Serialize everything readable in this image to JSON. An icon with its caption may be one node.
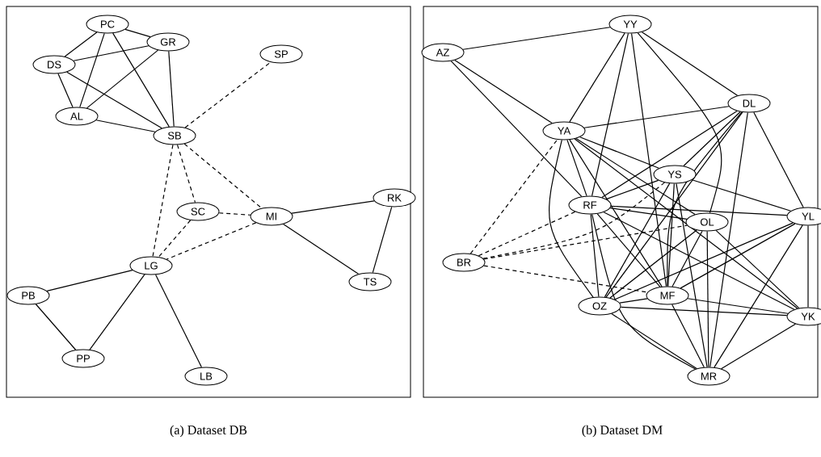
{
  "diagram": {
    "nodes": [
      {
        "text": [
          "PC"
        ]
      },
      {
        "text": [
          "GR"
        ]
      },
      {
        "text": [
          "DS"
        ]
      },
      {
        "text": [
          "SP"
        ]
      },
      {
        "text": [
          "AL"
        ]
      },
      {
        "text": [
          "SB"
        ]
      },
      {
        "text": [
          "RK"
        ]
      },
      {
        "text": [
          "SC"
        ]
      },
      {
        "text": [
          "MI"
        ]
      },
      {
        "text": [
          "LG"
        ]
      },
      {
        "text": [
          "TS"
        ]
      },
      {
        "text": [
          "PB"
        ]
      },
      {
        "text": [
          "PP"
        ]
      },
      {
        "text": [
          "LB"
        ]
      },
      {
        "text": [
          "YY"
        ]
      },
      {
        "text": [
          "AZ"
        ]
      },
      {
        "text": [
          "DL"
        ]
      },
      {
        "text": [
          "YA"
        ]
      },
      {
        "text": [
          "YS"
        ]
      },
      {
        "text": [
          "RF"
        ]
      },
      {
        "text": [
          "OL"
        ]
      },
      {
        "text": [
          "YL"
        ]
      },
      {
        "text": [
          "BR"
        ]
      },
      {
        "text": [
          "MF"
        ]
      },
      {
        "text": [
          "OZ"
        ]
      },
      {
        "text": [
          "YK"
        ]
      },
      {
        "text": [
          "MR"
        ]
      }
    ],
    "edges": [
      {
        "from": 0,
        "to": 1,
        "arrow": "none"
      },
      {
        "from": 0,
        "to": 2,
        "arrow": "none"
      },
      {
        "from": 0,
        "to": 4,
        "arrow": "none"
      },
      {
        "from": 0,
        "to": 5,
        "arrow": "none"
      },
      {
        "from": 2,
        "to": 1,
        "arrow": "none"
      },
      {
        "from": 1,
        "to": 4,
        "arrow": "none"
      },
      {
        "from": 1,
        "to": 5,
        "arrow": "none"
      },
      {
        "from": 2,
        "to": 4,
        "arrow": "none"
      },
      {
        "from": 2,
        "to": 5,
        "arrow": "none"
      },
      {
        "from": 4,
        "to": 5,
        "arrow": "none"
      },
      {
        "from": 5,
        "to": 3,
        "arrow": "none",
        "style": "dashed"
      },
      {
        "from": 5,
        "to": 9,
        "arrow": "none",
        "style": "dashed"
      },
      {
        "from": 5,
        "to": 7,
        "arrow": "none",
        "style": "dashed"
      },
      {
        "from": 5,
        "to": 8,
        "arrow": "none",
        "style": "dashed"
      },
      {
        "from": 7,
        "to": 8,
        "arrow": "none",
        "style": "dashed"
      },
      {
        "from": 7,
        "to": 9,
        "arrow": "none",
        "style": "dashed"
      },
      {
        "from": 8,
        "to": 9,
        "arrow": "none",
        "style": "dashed"
      },
      {
        "from": 8,
        "to": 6,
        "arrow": "none"
      },
      {
        "from": 8,
        "to": 10,
        "arrow": "none"
      },
      {
        "from": 6,
        "to": 10,
        "arrow": "none"
      },
      {
        "from": 9,
        "to": 11,
        "arrow": "none"
      },
      {
        "from": 9,
        "to": 12,
        "arrow": "none"
      },
      {
        "from": 11,
        "to": 12,
        "arrow": "none"
      },
      {
        "from": 9,
        "to": 13,
        "arrow": "none"
      },
      {
        "from": 15,
        "to": 14,
        "arrow": "none"
      },
      {
        "from": 15,
        "to": 17,
        "arrow": "none"
      },
      {
        "from": 15,
        "to": 19,
        "arrow": "none"
      },
      {
        "from": 14,
        "to": 17,
        "arrow": "none"
      },
      {
        "from": 14,
        "to": 19,
        "arrow": "none"
      },
      {
        "from": 14,
        "to": 20,
        "arrow": "none"
      },
      {
        "from": 14,
        "to": 23,
        "arrow": "none"
      },
      {
        "from": 14,
        "to": 16,
        "arrow": "none"
      },
      {
        "from": 16,
        "to": 17,
        "arrow": "none"
      },
      {
        "from": 16,
        "to": 19,
        "arrow": "none"
      },
      {
        "from": 16,
        "to": 24,
        "arrow": "none"
      },
      {
        "from": 16,
        "to": 23,
        "arrow": "none"
      },
      {
        "from": 16,
        "to": 26,
        "arrow": "none"
      },
      {
        "from": 16,
        "to": 18,
        "arrow": "none"
      },
      {
        "from": 16,
        "to": 21,
        "arrow": "none"
      },
      {
        "from": 17,
        "to": 19,
        "arrow": "none"
      },
      {
        "from": 17,
        "to": 24,
        "arrow": "none"
      },
      {
        "from": 17,
        "to": 18,
        "arrow": "none"
      },
      {
        "from": 17,
        "to": 20,
        "arrow": "none"
      },
      {
        "from": 17,
        "to": 23,
        "arrow": "none"
      },
      {
        "from": 17,
        "to": 25,
        "arrow": "none"
      },
      {
        "from": 18,
        "to": 19,
        "arrow": "none"
      },
      {
        "from": 18,
        "to": 24,
        "arrow": "none"
      },
      {
        "from": 18,
        "to": 21,
        "arrow": "none"
      },
      {
        "from": 18,
        "to": 26,
        "arrow": "none"
      },
      {
        "from": 18,
        "to": 23,
        "arrow": "none"
      },
      {
        "from": 19,
        "to": 20,
        "arrow": "none"
      },
      {
        "from": 19,
        "to": 21,
        "arrow": "none"
      },
      {
        "from": 19,
        "to": 25,
        "arrow": "none"
      },
      {
        "from": 19,
        "to": 23,
        "arrow": "none"
      },
      {
        "from": 19,
        "to": 26,
        "arrow": "none"
      },
      {
        "from": 19,
        "to": 24,
        "arrow": "none"
      },
      {
        "from": 20,
        "to": 24,
        "arrow": "none"
      },
      {
        "from": 20,
        "to": 26,
        "arrow": "none"
      },
      {
        "from": 20,
        "to": 25,
        "arrow": "none"
      },
      {
        "from": 20,
        "to": 23,
        "arrow": "none"
      },
      {
        "from": 21,
        "to": 24,
        "arrow": "none"
      },
      {
        "from": 21,
        "to": 23,
        "arrow": "none"
      },
      {
        "from": 21,
        "to": 25,
        "arrow": "none"
      },
      {
        "from": 21,
        "to": 26,
        "arrow": "none"
      },
      {
        "from": 24,
        "to": 23,
        "arrow": "none"
      },
      {
        "from": 24,
        "to": 25,
        "arrow": "none"
      },
      {
        "from": 24,
        "to": 26,
        "arrow": "none"
      },
      {
        "from": 23,
        "to": 26,
        "arrow": "none"
      },
      {
        "from": 23,
        "to": 25,
        "arrow": "none"
      },
      {
        "from": 25,
        "to": 26,
        "arrow": "none"
      },
      {
        "from": 22,
        "to": 17,
        "arrow": "none",
        "style": "dashed"
      },
      {
        "from": 22,
        "to": 19,
        "arrow": "none",
        "style": "dashed"
      },
      {
        "from": 22,
        "to": 18,
        "arrow": "none",
        "style": "dashed"
      },
      {
        "from": 22,
        "to": 20,
        "arrow": "none",
        "style": "dashed"
      },
      {
        "from": 22,
        "to": 23,
        "arrow": "none",
        "style": "dashed"
      }
    ],
    "labels": [
      "(a) Dataset DB",
      "(b) Dataset DM"
    ]
  }
}
